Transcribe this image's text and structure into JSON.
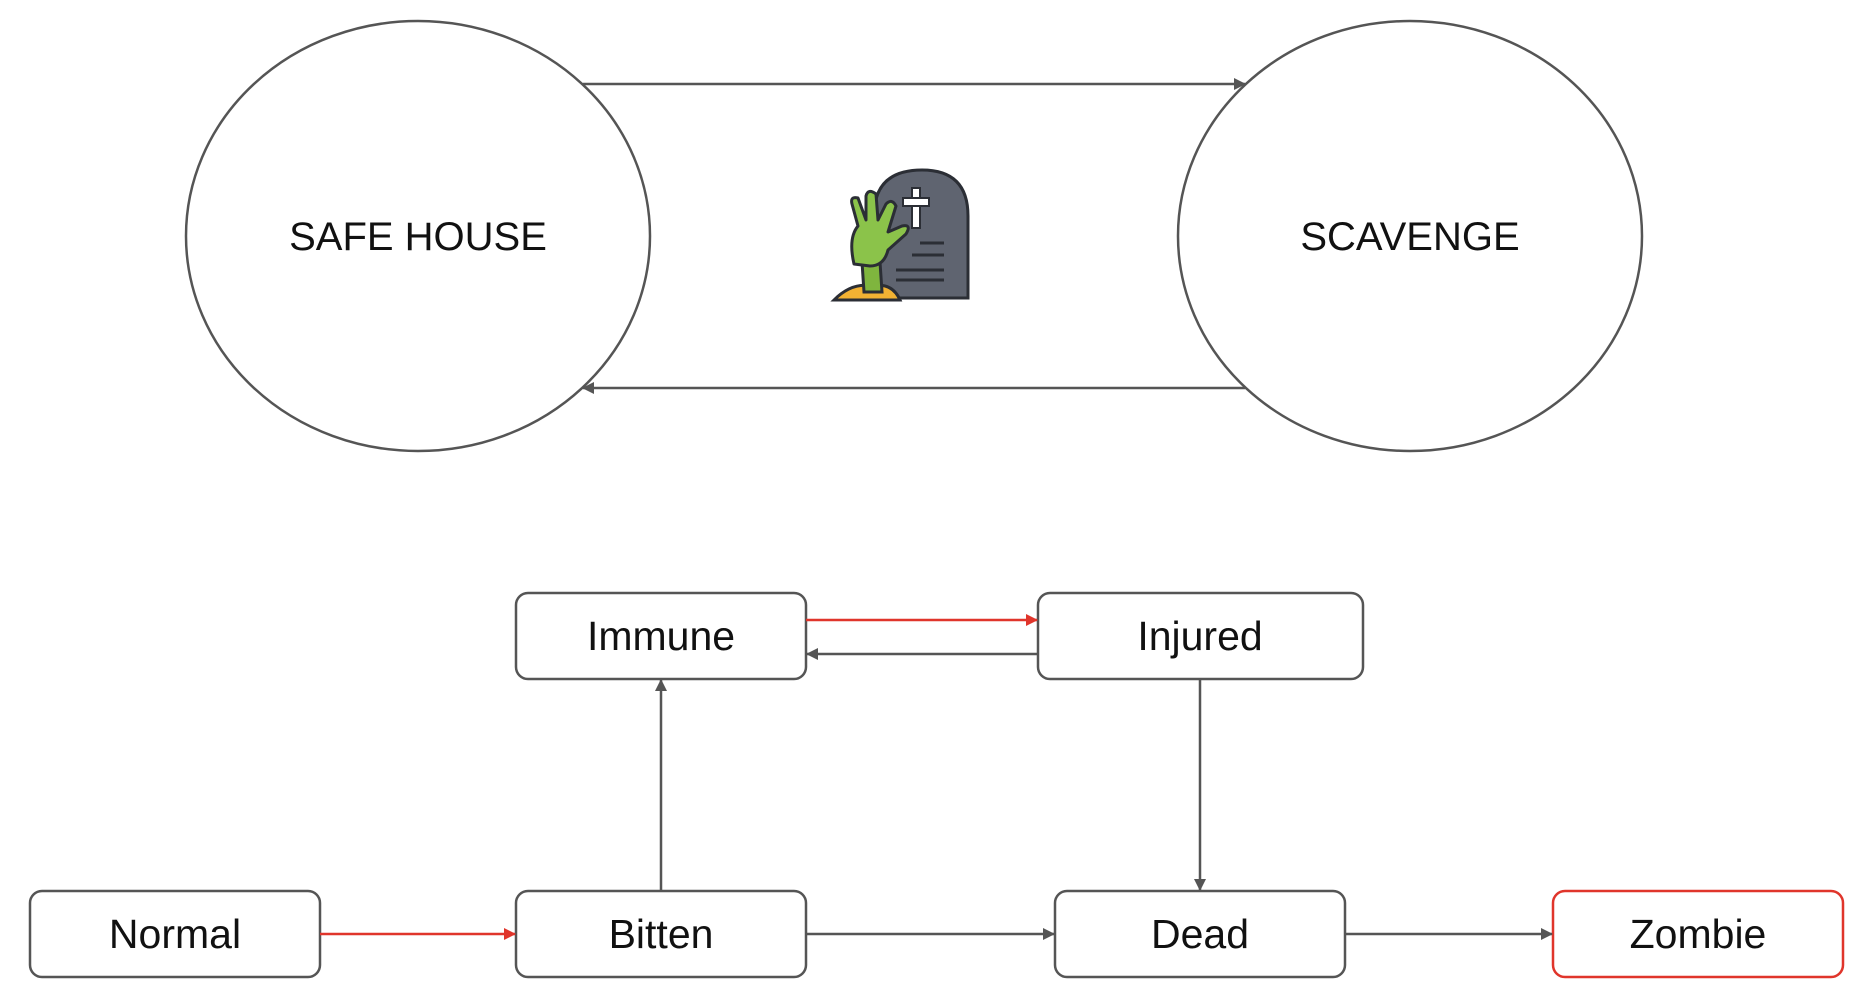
{
  "diagram": {
    "circles": [
      {
        "id": "safe-house",
        "label": "SAFE HOUSE"
      },
      {
        "id": "scavenge",
        "label": "SCAVENGE"
      }
    ],
    "states": {
      "normal": "Normal",
      "bitten": "Bitten",
      "immune": "Immune",
      "injured": "Injured",
      "dead": "Dead",
      "zombie": "Zombie"
    },
    "icon": "zombie-hand-gravestone-icon",
    "colors": {
      "line": "#555555",
      "node_border": "#555555",
      "red_accent": "#e0352b",
      "zombie_border": "#e0352b",
      "gravestone": "#5f6470",
      "zombie_skin": "#8bc34a",
      "dirt": "#f2b233"
    }
  }
}
